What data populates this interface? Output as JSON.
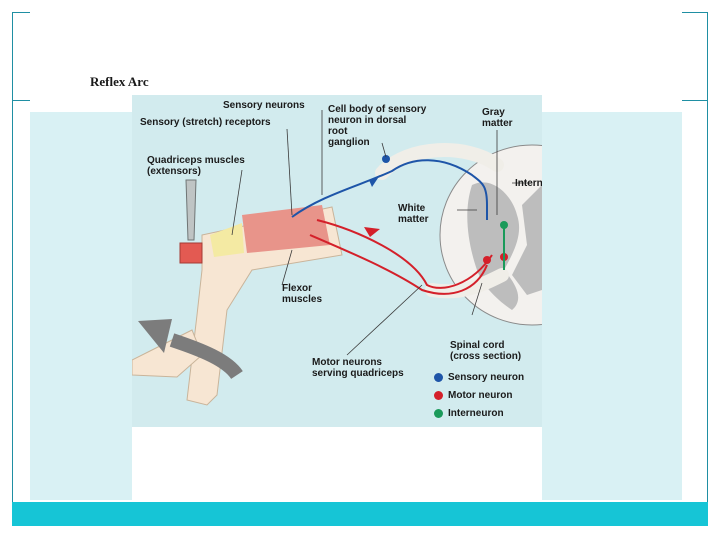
{
  "slide": {
    "title": "Reflex Arc"
  },
  "diagram": {
    "labels": {
      "sensory_neurons": "Sensory neurons",
      "stretch_receptors": "Sensory (stretch) receptors",
      "cell_body": "Cell body of sensory\nneuron in dorsal\nroot\nganglion",
      "gray_matter": "Gray\nmatter",
      "quadriceps": "Quadriceps muscles\n(extensors)",
      "interneurons": "Interneurons",
      "white_matter": "White\nmatter",
      "flexor": "Flexor\nmuscles",
      "spinal_cord": "Spinal cord\n(cross section)",
      "motor_neurons": "Motor neurons\nserving quadriceps"
    },
    "legend": [
      {
        "label": "Sensory neuron",
        "color": "#1e55a8"
      },
      {
        "label": "Motor neuron",
        "color": "#d4202a"
      },
      {
        "label": "Interneuron",
        "color": "#1a9a5a"
      }
    ]
  }
}
